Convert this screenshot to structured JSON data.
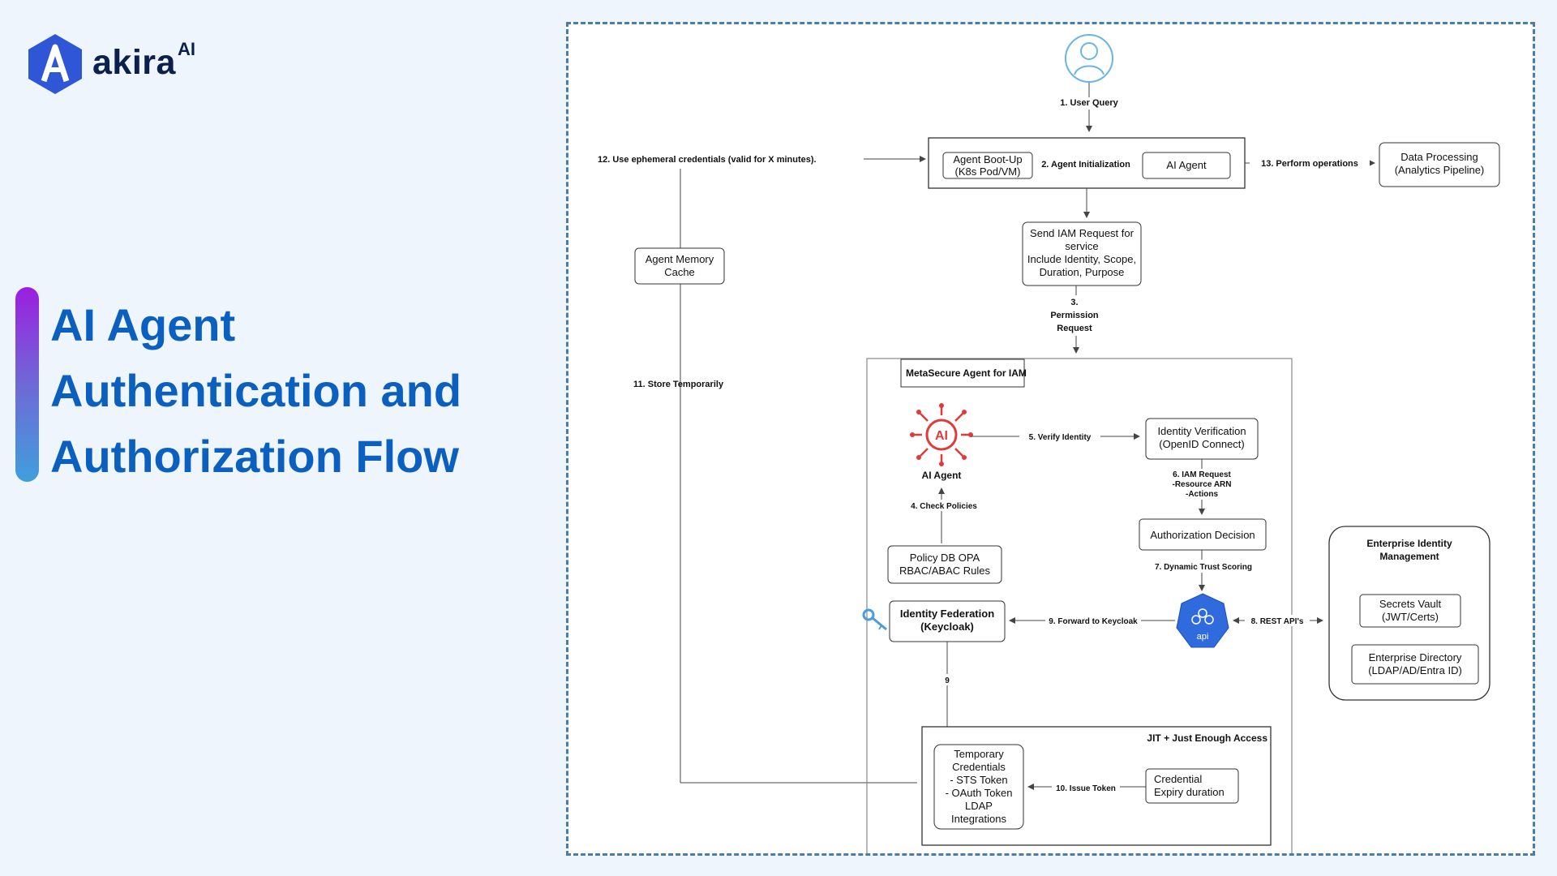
{
  "brand": {
    "name": "akira",
    "superscript": "AI"
  },
  "page_title": [
    "AI Agent",
    "Authentication and",
    "Authorization Flow"
  ],
  "diagram": {
    "step1": "1. User Query",
    "step2": "2. Agent Initialization",
    "step3": [
      "3.",
      "Permission",
      "Request"
    ],
    "step4": "4. Check Policies",
    "step5": "5. Verify Identity",
    "step6": [
      "6. IAM Request",
      "-Resource ARN",
      "-Actions"
    ],
    "step7": "7. Dynamic Trust Scoring",
    "step8": "8. REST API's",
    "step9": "9. Forward to Keycloak",
    "step9b": "9",
    "step10": "10. Issue Token",
    "step11": "11. Store Temporarily",
    "step12": "12. Use ephemeral credentials (valid for X minutes).",
    "step13": "13. Perform operations",
    "boot": [
      "Agent Boot-Up",
      "(K8s Pod/VM)"
    ],
    "ai_agent_box": "AI Agent",
    "data_processing": [
      "Data Processing",
      "(Analytics Pipeline)"
    ],
    "iam_request": [
      "Send IAM Request for",
      "service",
      "Include Identity, Scope,",
      "Duration, Purpose"
    ],
    "memory_cache": [
      "Agent Memory",
      "Cache"
    ],
    "metasecure": "MetaSecure Agent for IAM",
    "ai_agent_icon_text": "AI",
    "ai_agent_label": "AI Agent",
    "identity_verification": [
      "Identity Verification",
      "(OpenID Connect)"
    ],
    "authorization_decision": "Authorization  Decision",
    "policy_db": [
      "Policy DB OPA",
      "RBAC/ABAC Rules"
    ],
    "api_label": "api",
    "identity_federation": [
      "Identity Federation",
      "(Keycloak)"
    ],
    "enterprise": [
      "Enterprise Identity",
      "Management"
    ],
    "secrets_vault": [
      "Secrets Vault",
      "(JWT/Certs)"
    ],
    "enterprise_directory": [
      "Enterprise Directory",
      "(LDAP/AD/Entra ID)"
    ],
    "jit": "JIT + Just Enough Access",
    "temp_credentials": [
      "Temporary",
      "Credentials",
      "-  STS Token",
      "-  OAuth Token",
      "LDAP",
      "Integrations"
    ],
    "credential_expiry": [
      "Credential",
      "Expiry duration"
    ]
  },
  "colors": {
    "title": "#0b5fbf",
    "brand": "#0c1f4d",
    "logo": "#2f56d6",
    "panel_border": "#4b7cab",
    "ai_icon": "#e03a3a",
    "api_hex": "#2f6bdd",
    "user_icon": "#6bb4e6"
  }
}
